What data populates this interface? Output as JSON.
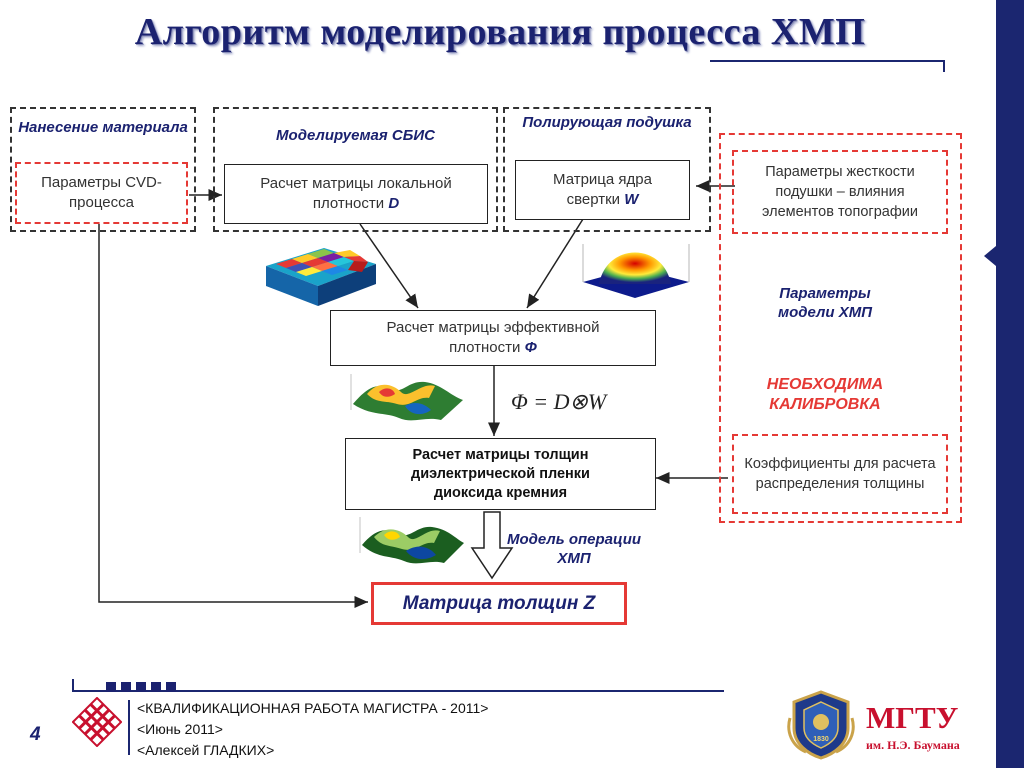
{
  "title": "Алгоритм моделирования процесса ХМП",
  "groups": {
    "material_header": "Нанесение материала",
    "vlsi_header": "Моделируемая СБИС",
    "pad_header": "Полирующая подушка"
  },
  "boxes": {
    "cvd_params": "Параметры CVD-процесса",
    "local_density_text": "Расчет матрицы локальной плотности",
    "local_density_symbol": "D",
    "kernel_text": "Матрица ядра свертки",
    "kernel_symbol": "W",
    "effective_density_text": "Расчет матрицы эффективной плотности",
    "effective_density_symbol": "Φ",
    "thickness_calc": "Расчет матрицы толщин диэлектрической пленки диоксида кремния",
    "final_output": "Матрица толщин Z"
  },
  "formula": "Φ = D⊗W",
  "cmp_model_label": "Модель операции ХМП",
  "params_panel": {
    "stiffness": "Параметры жесткости подушки – влияния элементов топографии",
    "model_label": "Параметры модели ХМП",
    "calibration": "НЕОБХОДИМА КАЛИБРОВКА",
    "coefficients": "Коэффициенты для расчета распределения толщины"
  },
  "footer": {
    "page_number": "4",
    "line1": "<КВАЛИФИКАЦИОННАЯ РАБОТА МАГИСТРА - 2011>",
    "line2": "<Июнь 2011>",
    "line3": "<Алексей ГЛАДКИХ>",
    "university": "МГТУ",
    "university_sub": "им. Н.Э. Баумана",
    "emblem_year": "1830"
  },
  "colors": {
    "navy": "#1b2270",
    "red": "#e53935"
  },
  "icons": [
    "density-3d-bar-plot",
    "gaussian-kernel-plot",
    "effective-density-surface-plot",
    "thickness-surface-plot",
    "institute-logo-icon",
    "university-emblem"
  ]
}
